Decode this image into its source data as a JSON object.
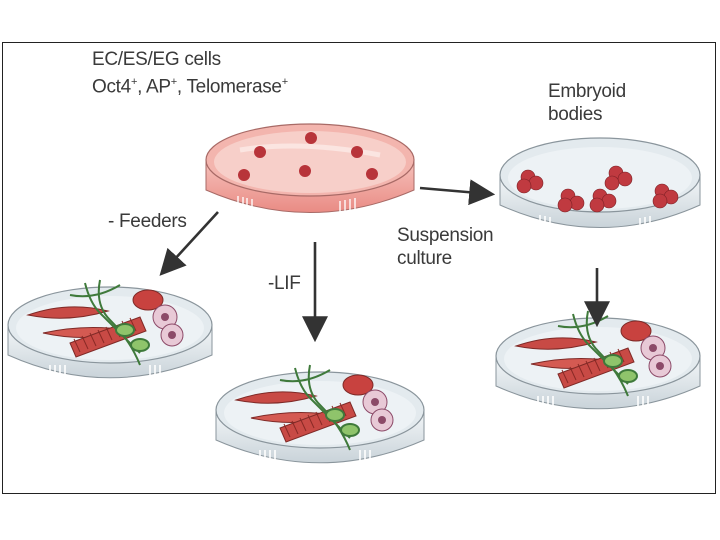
{
  "labels": {
    "cells_line1": "EC/ES/EG cells",
    "marker_1": "Oct4",
    "marker_2": "AP",
    "marker_3": "Telomerase",
    "sup_plus": "+",
    "embryoid_line1": "Embryoid",
    "embryoid_line2": "bodies",
    "feeders": "- Feeders",
    "lif": "-LIF",
    "suspension_line1": "Suspension",
    "suspension_line2": "culture"
  },
  "colors": {
    "medium_pink": "#f1a7a0",
    "dish_glass": "#dfe6ea",
    "colony_red": "#b8343a",
    "muscle_red": "#c84a45",
    "nerve_green": "#3f7a3b",
    "arrow": "#333333"
  }
}
